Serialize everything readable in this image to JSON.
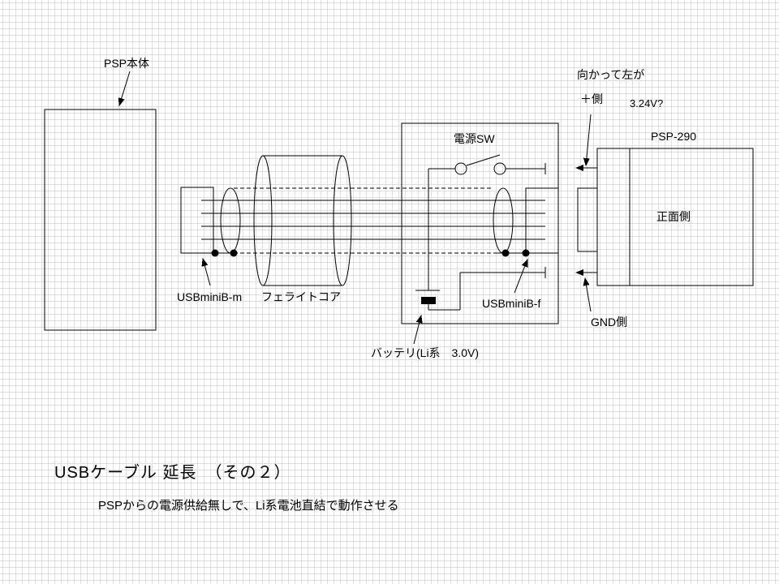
{
  "colors": {
    "ink": "#000000",
    "grid_line": "#cde2f6",
    "paper": "#ffffff"
  },
  "diagram": {
    "psp_body_label": "PSP本体",
    "usbminib_m_label": "USBminiB-m",
    "ferrite_core_label": "フェライトコア",
    "power_switch_label": "電源SW",
    "usbminib_f_label": "USBminiB-f",
    "battery_label": "バッテリ(Li系　3.0V)",
    "polarity_note_line1": "向かって左が",
    "polarity_note_line2": "＋側",
    "voltage_note": "3.24V?",
    "psp290_label": "PSP-290",
    "front_side_label": "正面側",
    "gnd_side_label": "GND側"
  },
  "caption": {
    "title": "USBケーブル 延長　（その２）",
    "subtitle": "PSPからの電源供給無しで、Li系電池直結で動作させる"
  }
}
